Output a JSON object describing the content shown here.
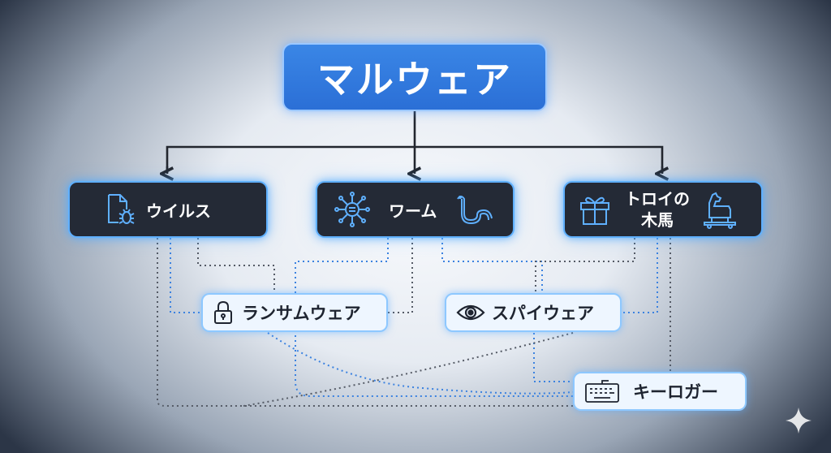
{
  "root": {
    "label": "マルウェア"
  },
  "categories": [
    {
      "label": "ウイルス",
      "icon": "file-bug-icon"
    },
    {
      "label": "ワーム",
      "icon": "network-icon",
      "icon2": "worm-icon"
    },
    {
      "label_line1": "トロイの",
      "label_line2": "木馬",
      "icon": "gift-icon",
      "icon2": "trojan-horse-icon"
    }
  ],
  "subtypes": [
    {
      "label": "ランサムウェア",
      "icon": "lock-icon"
    },
    {
      "label": "スパイウェア",
      "icon": "eye-icon"
    },
    {
      "label": "キーロガー",
      "icon": "keyboard-icon"
    }
  ],
  "colors": {
    "root_fill": "#2b6fd6",
    "category_fill": "#242a36",
    "category_border": "#5fb0ff",
    "subtype_fill": "#eef6ff",
    "dotted_blue": "#3b82e0",
    "dotted_gray": "#555b66"
  },
  "decorations": {
    "corner_mark": "sparkle-icon"
  }
}
